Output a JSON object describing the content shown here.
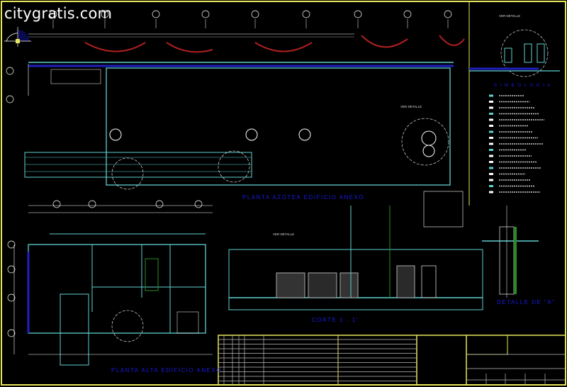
{
  "watermark": "citygratis.com",
  "titles": {
    "planta_azotea": "PLANTA AZOTEA EDIFICIO ANEXO",
    "planta_alta": "PLANTA ALTA EDIFICIO ANEXO",
    "corte": "CORTE 1 - 1'",
    "detalle": "DETALLE DE \"A\"",
    "simbologia": "S I M B O L O G I A"
  },
  "labels": {
    "ver_detalle": "VER DETALLE"
  },
  "colors": {
    "background": "#000000",
    "border": "#e6e65a",
    "title_text": "#1a1ae0",
    "walls": "#5fd0d0",
    "red": "#b02020"
  }
}
